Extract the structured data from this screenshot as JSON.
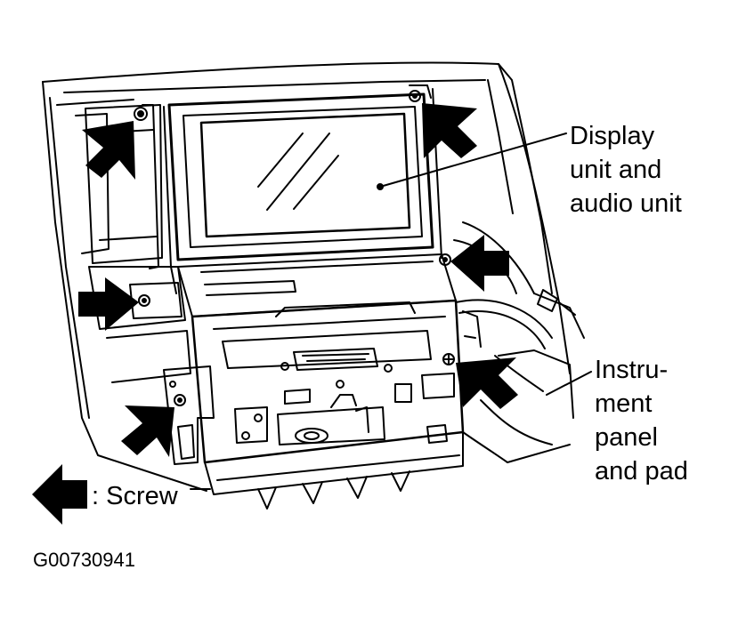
{
  "callouts": {
    "display_unit": [
      "Display",
      "unit and",
      "audio unit"
    ],
    "instrument_panel": [
      "Instru-",
      "ment",
      "panel",
      "and pad"
    ]
  },
  "legend": {
    "screw_label": ": Screw",
    "arrow_icon": "solid-black-arrow-icon"
  },
  "figure_code": "G00730941",
  "colors": {
    "ink": "#000000",
    "paper": "#ffffff"
  }
}
